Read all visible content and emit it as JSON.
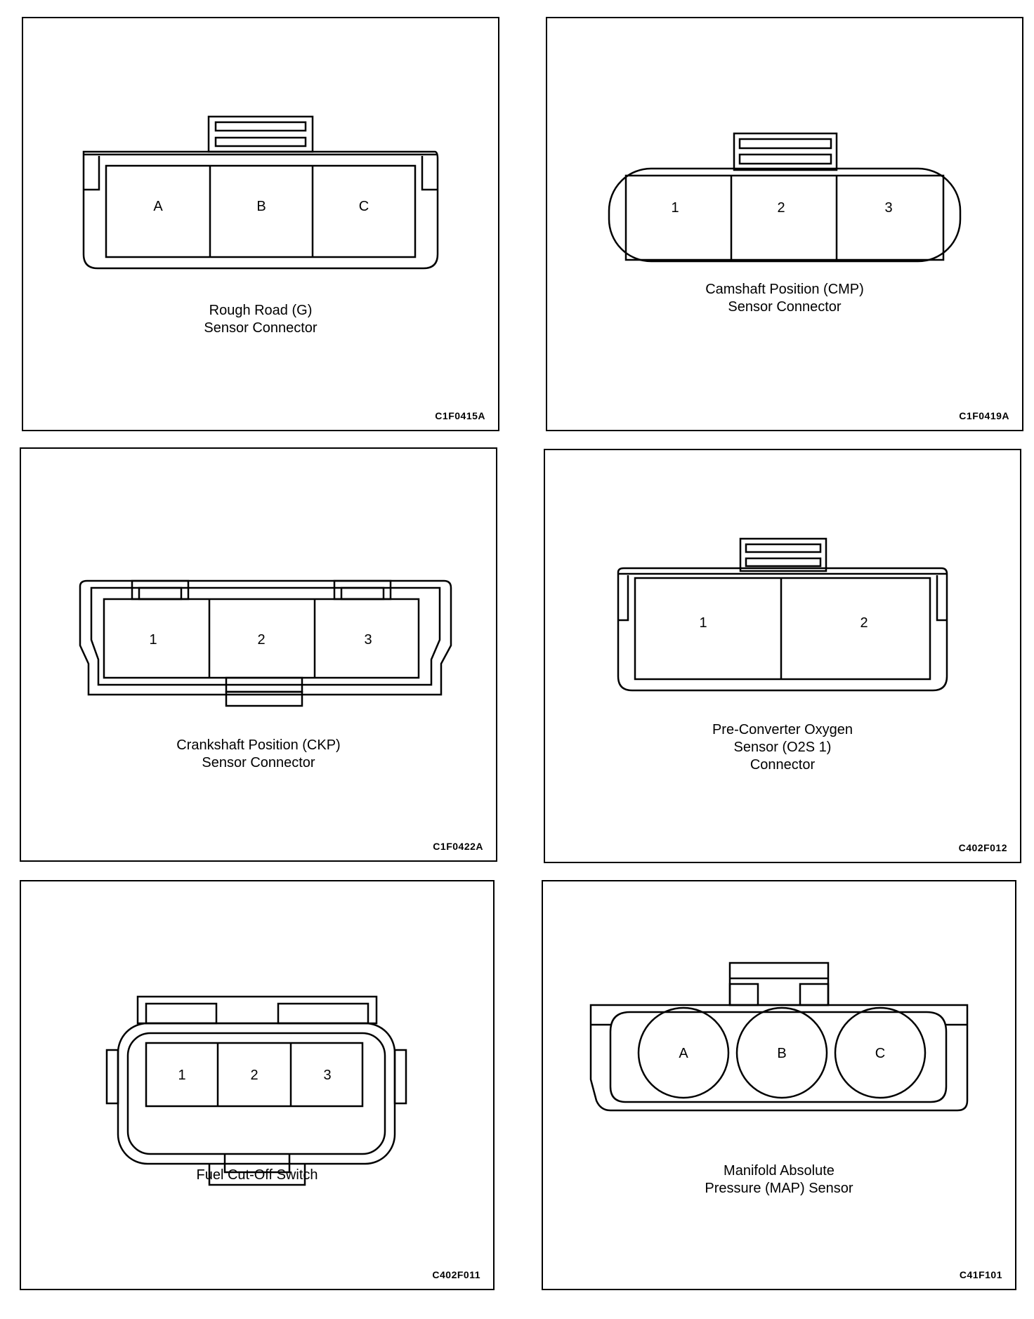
{
  "panels": [
    {
      "title": [
        "Rough Road (G)",
        "Sensor Connector"
      ],
      "code": "C1F0415A",
      "pins": [
        "A",
        "B",
        "C"
      ]
    },
    {
      "title": [
        "Camshaft Position (CMP)",
        "Sensor Connector"
      ],
      "code": "C1F0419A",
      "pins": [
        "1",
        "2",
        "3"
      ]
    },
    {
      "title": [
        "Crankshaft Position (CKP)",
        "Sensor Connector"
      ],
      "code": "C1F0422A",
      "pins": [
        "1",
        "2",
        "3"
      ]
    },
    {
      "title": [
        "Pre-Converter Oxygen",
        "Sensor (O2S 1)",
        "Connector"
      ],
      "code": "C402F012",
      "pins": [
        "1",
        "2"
      ]
    },
    {
      "title": [
        "Fuel Cut-Off Switch"
      ],
      "code": "C402F011",
      "pins": [
        "1",
        "2",
        "3"
      ]
    },
    {
      "title": [
        "Manifold Absolute",
        "Pressure (MAP) Sensor"
      ],
      "code": "C41F101",
      "pins": [
        "A",
        "B",
        "C"
      ]
    }
  ]
}
